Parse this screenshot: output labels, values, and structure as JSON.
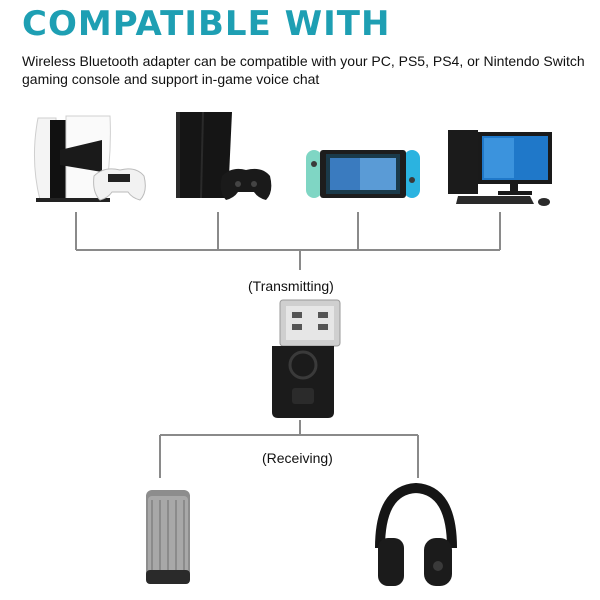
{
  "header": {
    "title": "COMPATIBLE WITH",
    "subtitle": "Wireless Bluetooth adapter can be compatible with your PC, PS5, PS4, or Nintendo Switch gaming console and support in-game voice chat"
  },
  "labels": {
    "transmitting": "(Transmitting)",
    "receiving": "(Receiving)"
  },
  "colors": {
    "accent": "#1e9fb3",
    "line": "#8a8a8a"
  },
  "devices": {
    "top": [
      "ps5-console-icon",
      "ps4-console-icon",
      "nintendo-switch-icon",
      "desktop-pc-icon"
    ],
    "center": "usb-bluetooth-adapter-icon",
    "bottom": [
      "speaker-icon",
      "headphones-icon"
    ]
  }
}
